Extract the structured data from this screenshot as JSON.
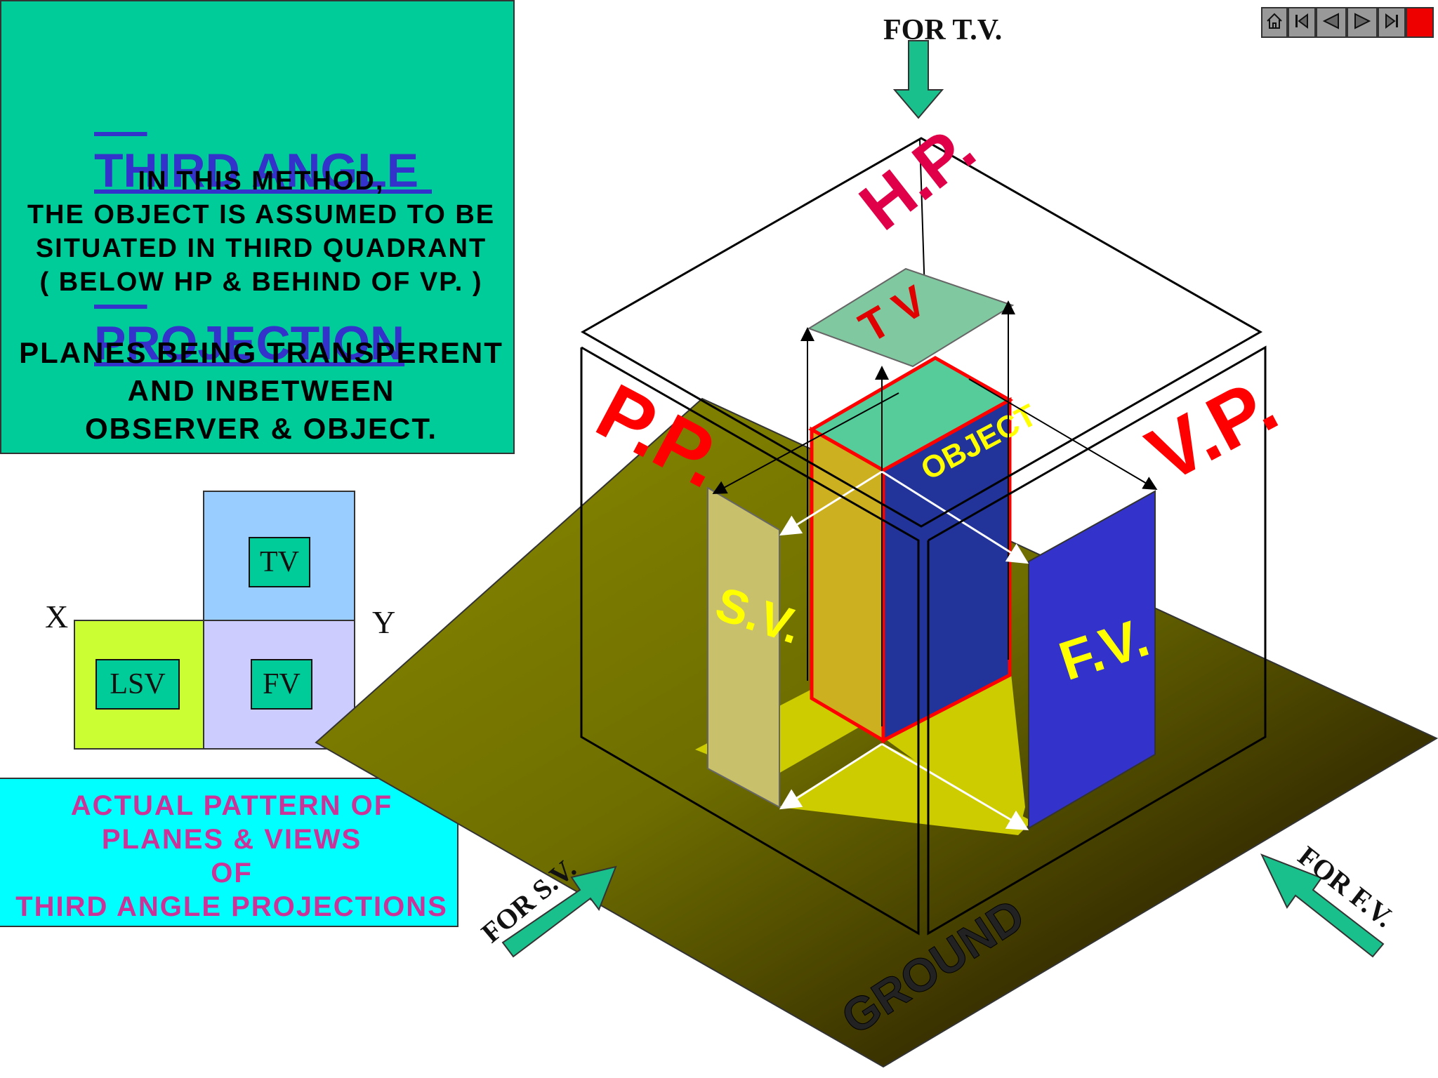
{
  "title_lines": [
    "THIRD ANGLE ",
    "PROJECTION"
  ],
  "method_lines": [
    "IN THIS METHOD,",
    "THE OBJECT IS ASSUMED TO BE",
    "SITUATED IN THIRD QUADRANT",
    "( BELOW HP & BEHIND OF VP. )"
  ],
  "planes_lines": [
    "PLANES BEING TRANSPERENT",
    "AND INBETWEEN",
    "OBSERVER & OBJECT."
  ],
  "pattern_lines": [
    "ACTUAL PATTERN OF",
    "PLANES & VIEWS",
    "OF",
    "THIRD ANGLE PROJECTIONS"
  ],
  "layout_diagram": {
    "x_label": "X",
    "y_label": "Y",
    "tv": "TV",
    "fv": "FV",
    "lsv": "LSV",
    "colors": {
      "tv_cell": "#99ccff",
      "fv_cell": "#ccccff",
      "lsv_cell": "#ccff33",
      "tag": "#00cc99"
    }
  },
  "isometric": {
    "for_tv": "FOR T.V.",
    "for_sv": "FOR S.V.",
    "for_fv": "FOR F.V.",
    "hp": "H.P.",
    "vp": "V.P.",
    "pp": "P.P.",
    "tv": "T V",
    "object": "OBJECT",
    "sv": "S.V.",
    "fv": "F.V.",
    "ground": "GROUND",
    "colors": {
      "plane_label": "#e0004a",
      "ground": "#7a7a00",
      "front_view": "#3333cc",
      "side_view": "#c8c06a",
      "top_view": "#80c8a0",
      "arrow": "#1ac08c"
    }
  },
  "nav_icons": [
    "home-icon",
    "first-slide-icon",
    "previous-slide-icon",
    "next-slide-icon",
    "last-slide-icon",
    "end-show-icon"
  ]
}
